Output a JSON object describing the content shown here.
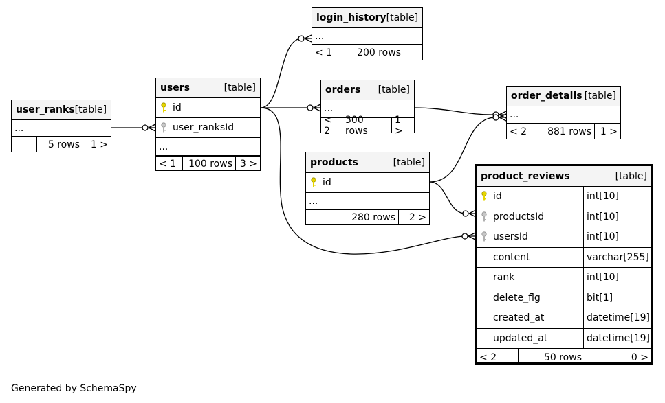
{
  "caption": "Generated by SchemaSpy",
  "colors": {
    "pk_key": "#e6d500",
    "fk_key": "#a8a8a8",
    "header_bg": "#f4f4f4"
  },
  "tables": {
    "user_ranks": {
      "name": "user_ranks",
      "tag": "[table]",
      "rows": [
        "..."
      ],
      "foot": [
        "",
        "5 rows",
        "1 >"
      ]
    },
    "users": {
      "name": "users",
      "tag": "[table]",
      "pk": "id",
      "fk": "user_ranksId",
      "rows": [
        "..."
      ],
      "foot": [
        "< 1",
        "100 rows",
        "3 >"
      ]
    },
    "login_history": {
      "name": "login_history",
      "tag": "[table]",
      "rows": [
        "..."
      ],
      "foot": [
        "< 1",
        "200 rows",
        ""
      ]
    },
    "orders": {
      "name": "orders",
      "tag": "[table]",
      "rows": [
        "..."
      ],
      "foot": [
        "< 2",
        "300 rows",
        "1 >"
      ]
    },
    "order_details": {
      "name": "order_details",
      "tag": "[table]",
      "rows": [
        "..."
      ],
      "foot": [
        "< 2",
        "881 rows",
        "1 >"
      ]
    },
    "products": {
      "name": "products",
      "tag": "[table]",
      "pk": "id",
      "rows": [
        "..."
      ],
      "foot": [
        "",
        "280 rows",
        "2 >"
      ]
    },
    "product_reviews": {
      "name": "product_reviews",
      "tag": "[table]",
      "columns": [
        {
          "name": "id",
          "type": "int[10]",
          "key": "pk"
        },
        {
          "name": "productsId",
          "type": "int[10]",
          "key": "fk"
        },
        {
          "name": "usersId",
          "type": "int[10]",
          "key": "fk"
        },
        {
          "name": "content",
          "type": "varchar[255]",
          "key": ""
        },
        {
          "name": "rank",
          "type": "int[10]",
          "key": ""
        },
        {
          "name": "delete_flg",
          "type": "bit[1]",
          "key": ""
        },
        {
          "name": "created_at",
          "type": "datetime[19]",
          "key": ""
        },
        {
          "name": "updated_at",
          "type": "datetime[19]",
          "key": ""
        }
      ],
      "foot": [
        "< 2",
        "50 rows",
        "0 >"
      ]
    }
  }
}
